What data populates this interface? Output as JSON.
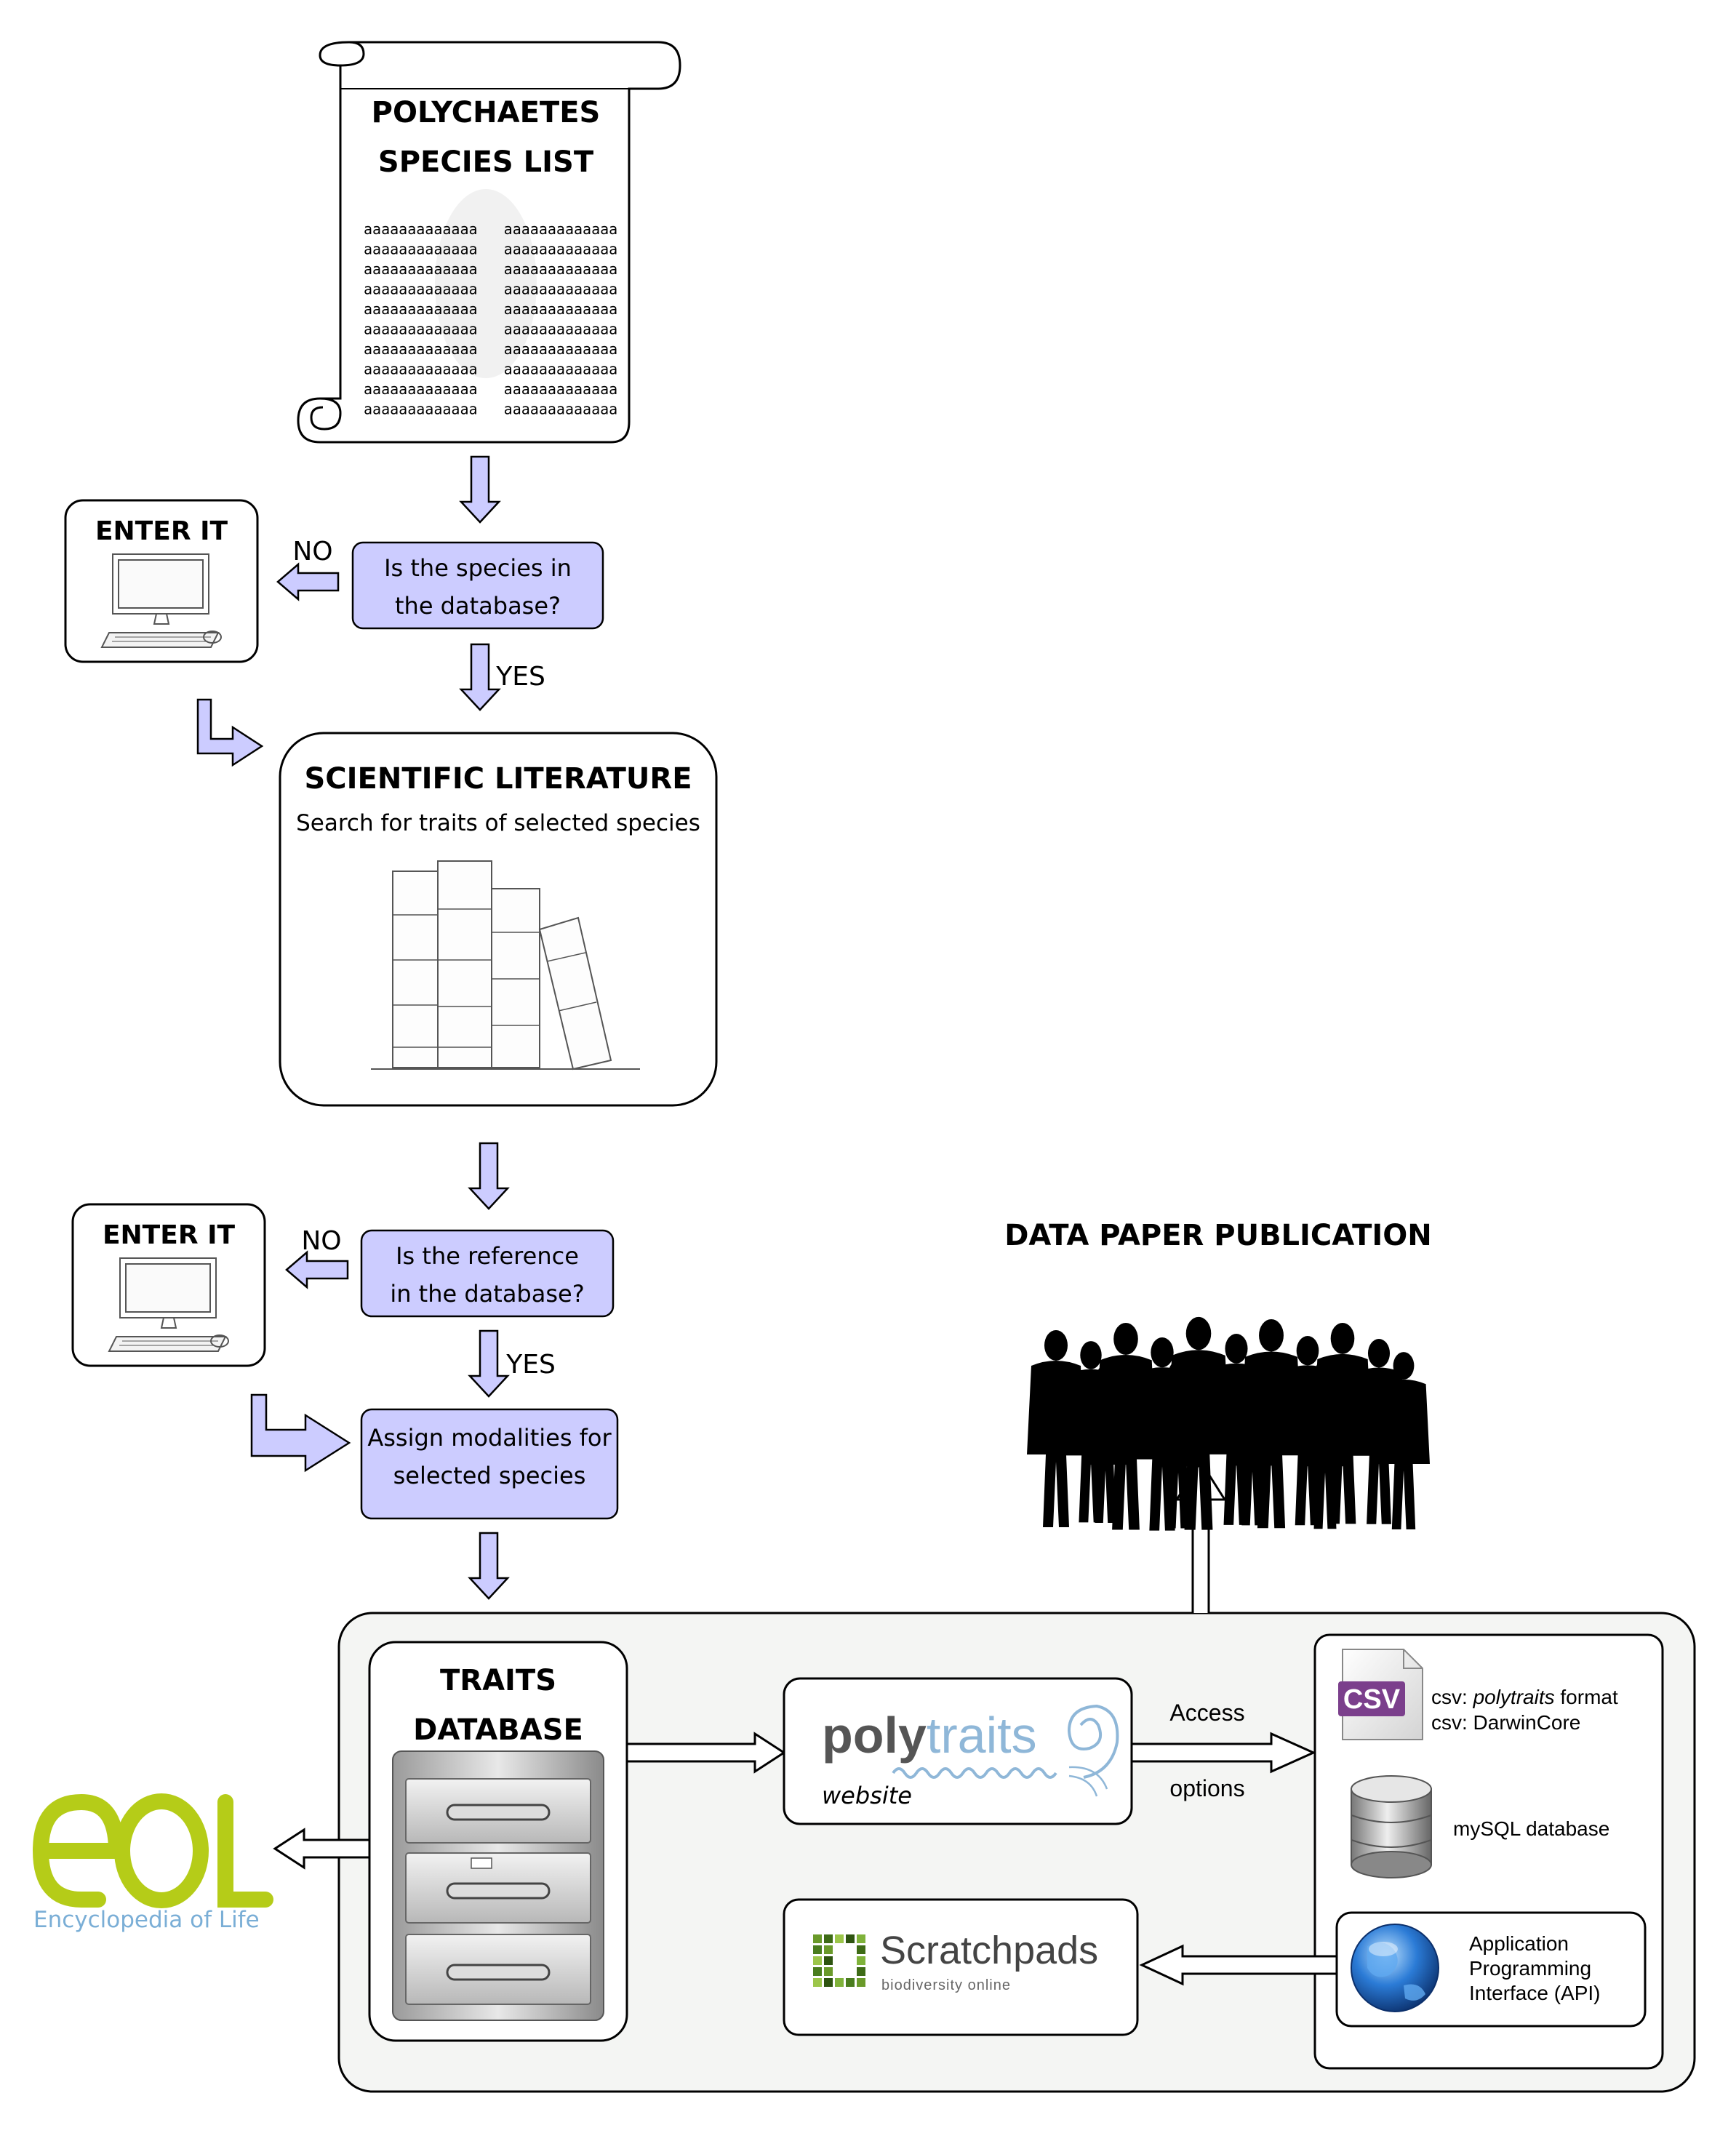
{
  "scroll": {
    "title_line1": "POLYCHAETES",
    "title_line2": "SPECIES LIST",
    "filler_rows": [
      "aaaaaaaaaaaaa   aaaaaaaaaaaaa",
      "aaaaaaaaaaaaa   aaaaaaaaaaaaa",
      "aaaaaaaaaaaaa   aaaaaaaaaaaaa",
      "aaaaaaaaaaaaa   aaaaaaaaaaaaa",
      "aaaaaaaaaaaaa   aaaaaaaaaaaaa",
      "aaaaaaaaaaaaa   aaaaaaaaaaaaa",
      "aaaaaaaaaaaaa   aaaaaaaaaaaaa",
      "aaaaaaaaaaaaa   aaaaaaaaaaaaa",
      "aaaaaaaaaaaaa   aaaaaaaaaaaaa",
      "aaaaaaaaaaaaa   aaaaaaaaaaaaa"
    ]
  },
  "enter_it_1": {
    "title": "ENTER IT"
  },
  "enter_it_2": {
    "title": "ENTER IT"
  },
  "decision_species": {
    "line1": "Is the species in",
    "line2": "the database?",
    "no": "NO",
    "yes": "YES"
  },
  "literature": {
    "title": "SCIENTIFIC LITERATURE",
    "subtitle": "Search for traits of selected species"
  },
  "decision_reference": {
    "line1": "Is the reference",
    "line2": "in the database?",
    "no": "NO",
    "yes": "YES"
  },
  "assign": {
    "line1": "Assign modalities for",
    "line2": "selected species"
  },
  "traits_db": {
    "line1": "TRAITS",
    "line2": "DATABASE"
  },
  "eol": {
    "logo_text": "eoL",
    "caption": "Encyclopedia of Life"
  },
  "polytraits": {
    "logo_part1": "poly",
    "logo_part2": "traits",
    "caption": "website"
  },
  "access": {
    "line1": "Access",
    "line2": "options"
  },
  "outputs": {
    "csv_badge": "CSV",
    "csv_line1_prefix": "csv:  ",
    "csv_line1_italic": "polytraits",
    "csv_line1_suffix": " format",
    "csv_line2": "csv:  DarwinCore",
    "mysql": "mySQL database",
    "api_line1": "Application",
    "api_line2": "Programming",
    "api_line3": "Interface (API)"
  },
  "scratchpads": {
    "name": "Scratchpads",
    "tagline": "biodiversity online"
  },
  "publication": {
    "title": "DATA PAPER PUBLICATION"
  },
  "colors": {
    "decision_fill": "#ccccff",
    "arrow_fill": "#ccccff",
    "eol_green": "#b5cc18",
    "eol_blue": "#7aaed6",
    "panel_fill": "#f4f5f3"
  }
}
